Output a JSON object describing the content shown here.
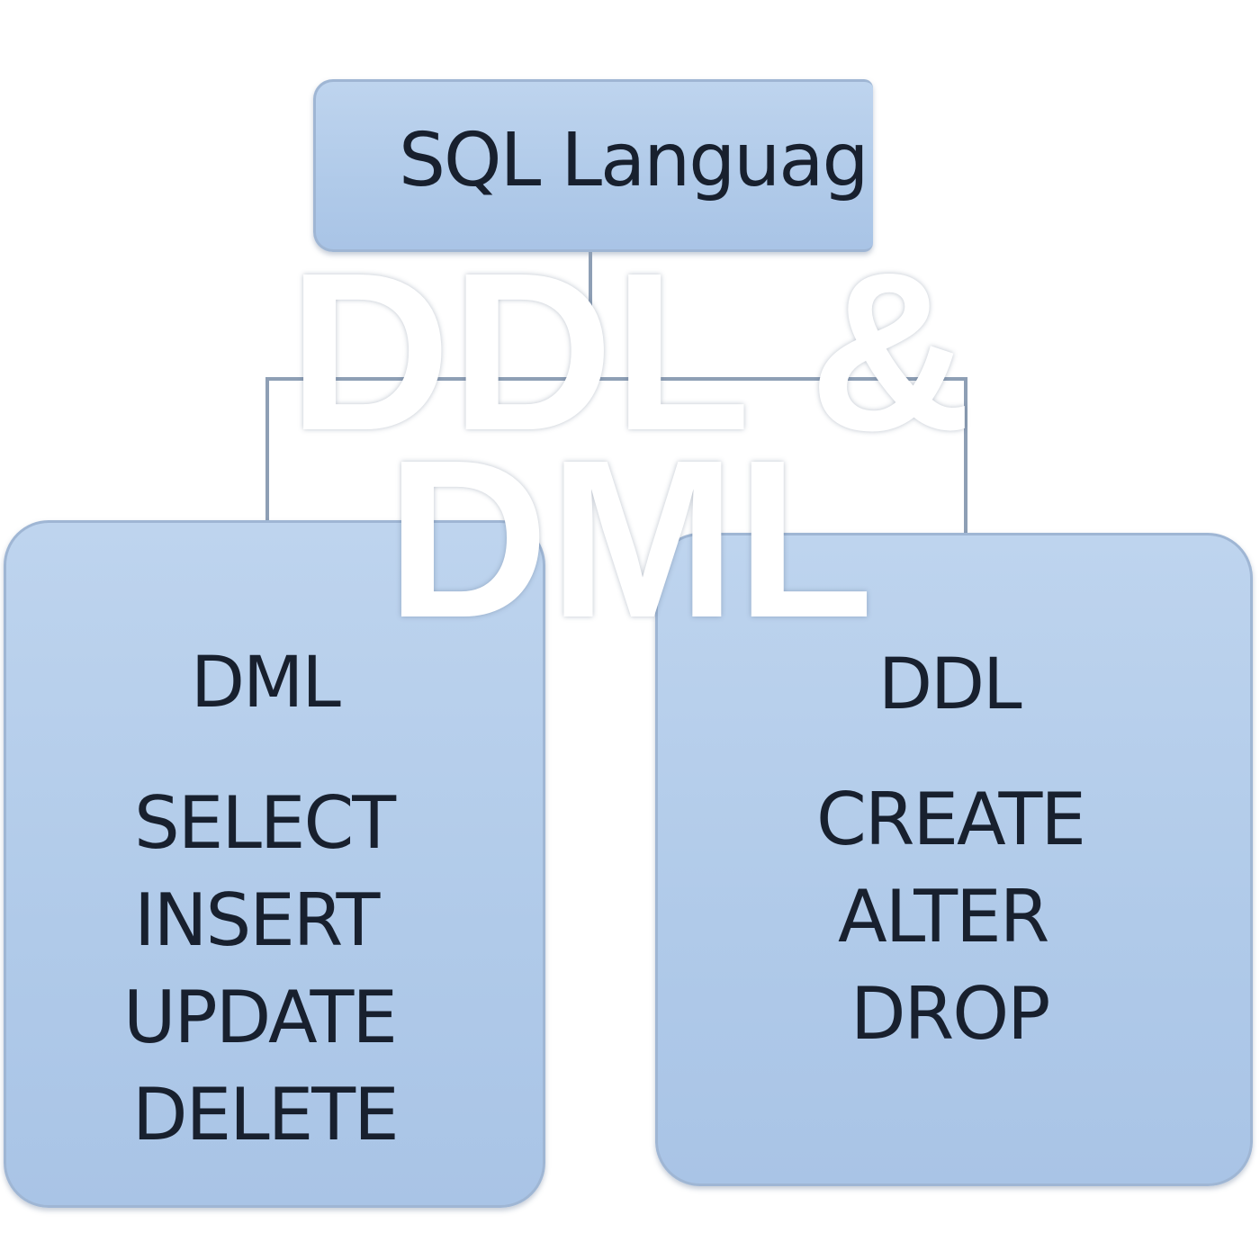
{
  "root": {
    "label": "SQL Languag"
  },
  "dml": {
    "title": "DML",
    "commands": [
      "SELECT",
      "INSERT",
      "UPDATE",
      "DELETE"
    ]
  },
  "ddl": {
    "title": "DDL",
    "commands": [
      "CREATE",
      "ALTER",
      "DROP"
    ]
  },
  "overlay": {
    "line1": "DDL &",
    "line2": "DML"
  }
}
